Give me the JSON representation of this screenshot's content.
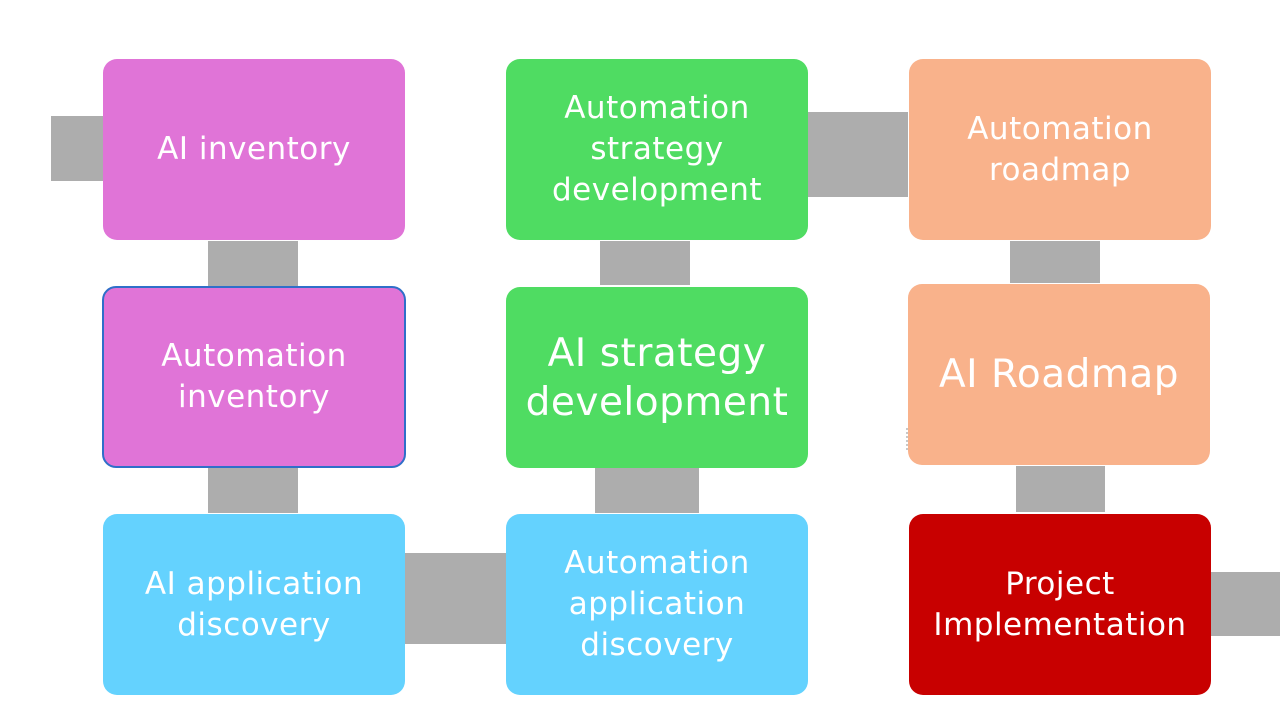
{
  "colors": {
    "inventory": "#e074d7",
    "strategy": "#4fdc62",
    "roadmap": "#f9b28b",
    "discovery": "#64d2fe",
    "implementation": "#c80000",
    "connector": "#adadad",
    "selection": "#2f6fc9"
  },
  "boxes": {
    "ai_inventory": "AI inventory",
    "automation_strategy_development": [
      "Automation",
      "strategy",
      "development"
    ],
    "automation_roadmap": [
      "Automation",
      "roadmap"
    ],
    "automation_inventory": [
      "Automation",
      "inventory"
    ],
    "ai_strategy_development": [
      "AI strategy",
      "development"
    ],
    "ai_roadmap": "AI Roadmap",
    "ai_application_discovery": [
      "AI application",
      "discovery"
    ],
    "automation_application_discovery": [
      "Automation",
      "application",
      "discovery"
    ],
    "project_implementation": [
      "Project",
      "Implementation"
    ]
  }
}
